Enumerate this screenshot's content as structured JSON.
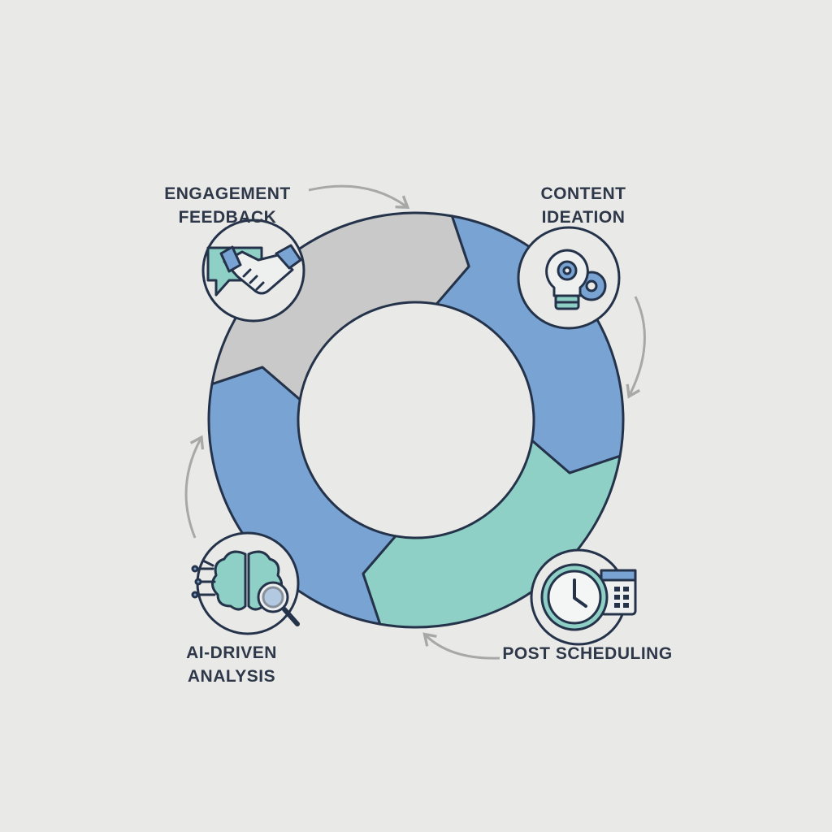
{
  "title": "Social media content cycle",
  "stages": [
    {
      "id": "content-ideation",
      "label_lines": [
        "CONTENT",
        "IDEATION"
      ],
      "icon": "lightbulb-gear-icon",
      "color": "#78a3d3"
    },
    {
      "id": "post-scheduling",
      "label_lines": [
        "POST SCHEDULING"
      ],
      "icon": "clock-calendar-icon",
      "color": "#8ed0c5"
    },
    {
      "id": "ai-driven-analysis",
      "label_lines": [
        "AI-DRIVEN",
        "ANALYSIS"
      ],
      "icon": "brain-magnifier-icon",
      "color": "#78a3d3"
    },
    {
      "id": "engagement-feedback",
      "label_lines": [
        "ENGAGEMENT",
        "FEEDBACK"
      ],
      "icon": "handshake-chat-icon",
      "color": "#c9c9c9"
    }
  ],
  "colors": {
    "background": "#e9e9e8",
    "outline": "#25334a",
    "connector": "#a8a8a8",
    "teal": "#8ed0c5",
    "blue": "#78a3d3",
    "gray": "#c9c9c9"
  }
}
